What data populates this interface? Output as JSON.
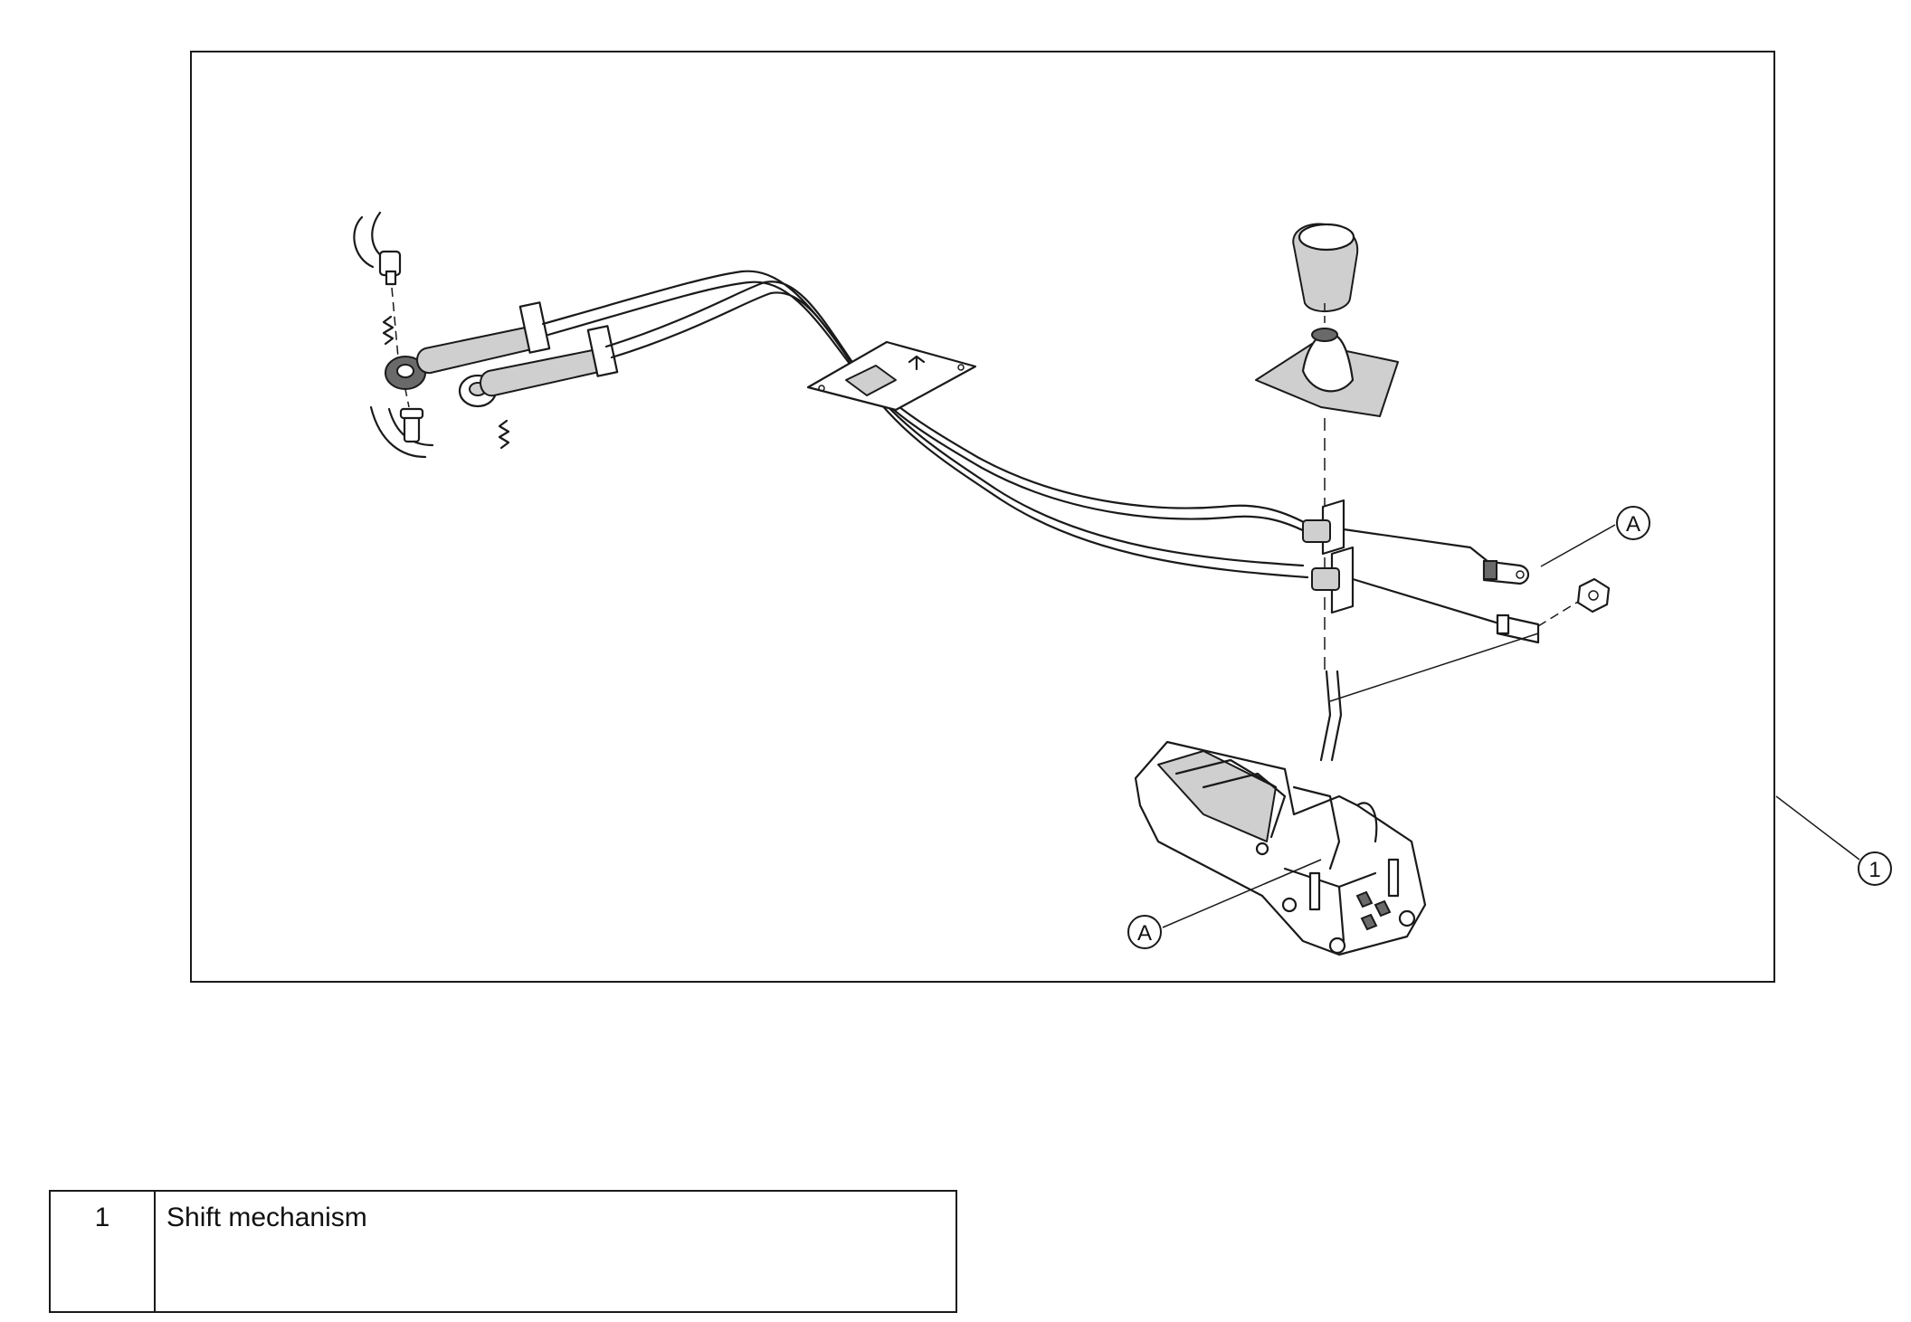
{
  "diagram": {
    "callouts": [
      {
        "id": "callout-a-upper",
        "label": "A"
      },
      {
        "id": "callout-a-lower",
        "label": "A"
      },
      {
        "id": "callout-1",
        "label": "1"
      }
    ]
  },
  "legend": {
    "rows": [
      {
        "number": "1",
        "description": "Shift mechanism"
      }
    ]
  },
  "colors": {
    "line": "#1a1a1a",
    "background": "#ffffff",
    "shading": "#cfcfcf"
  },
  "icons": [
    "shift-knob-icon",
    "shift-boot-icon",
    "shift-cables-icon",
    "shifter-base-icon",
    "clip-icon",
    "bushing-icon",
    "nut-icon",
    "arrow-icon"
  ]
}
